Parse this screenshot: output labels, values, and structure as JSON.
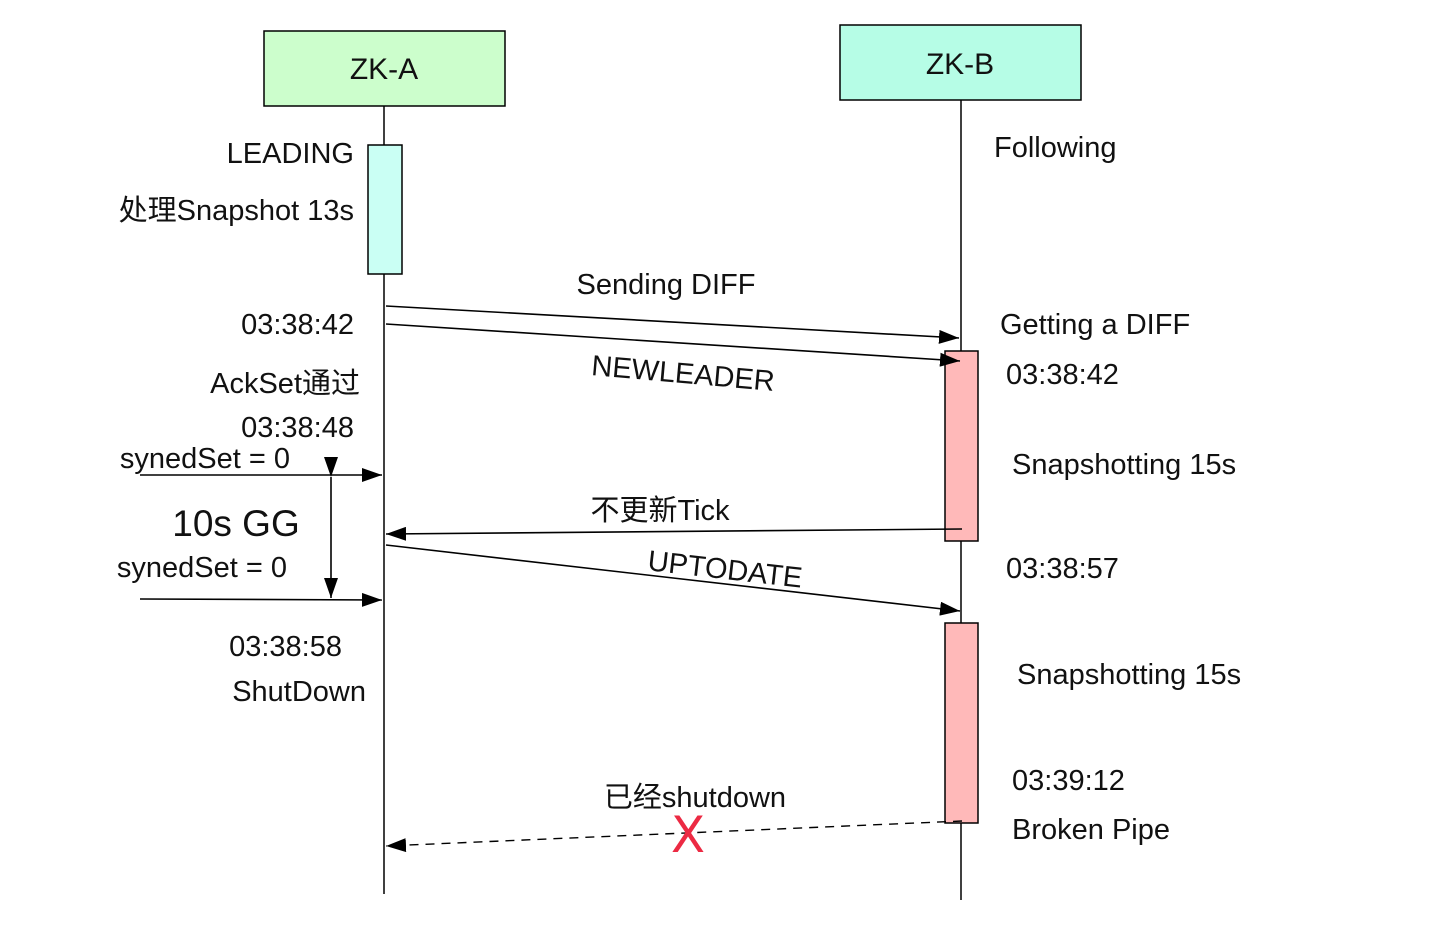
{
  "colors": {
    "zk_a_header": "#ccfecc",
    "zk_b_header": "#b6fde6",
    "leading_activation": "#cafff4",
    "snapshot_activation": "#ffb9b9",
    "purple_text": "#7f4ab8",
    "red_text": "#ec2a43",
    "line": "#000000"
  },
  "participants": {
    "a": {
      "name": "ZK-A"
    },
    "b": {
      "name": "ZK-B"
    }
  },
  "labels": {
    "a_state": "LEADING",
    "a_snapshot": "处理Snapshot 13s",
    "b_state": "Following",
    "a_time_1": "03:38:42",
    "ackset": "AckSet通过",
    "a_time_2": "03:38:48",
    "synedset_1": "synedSet = 0",
    "gg": "10s GG",
    "synedset_2": "synedSet = 0",
    "a_time_3": "03:38:58",
    "shutdown": "ShutDown",
    "b_getting_diff": "Getting a DIFF",
    "b_time_1": "03:38:42",
    "b_snapshotting_1": "Snapshotting 15s",
    "b_time_2": "03:38:57",
    "b_snapshotting_2": "Snapshotting 15s",
    "b_time_3": "03:39:12",
    "broken_pipe": "Broken Pipe"
  },
  "messages": {
    "sending_diff": "Sending DIFF",
    "newleader": "NEWLEADER",
    "no_tick": "不更新Tick",
    "uptodate": "UPTODATE",
    "already_shutdown": "已经shutdown",
    "failed_mark": "X"
  }
}
